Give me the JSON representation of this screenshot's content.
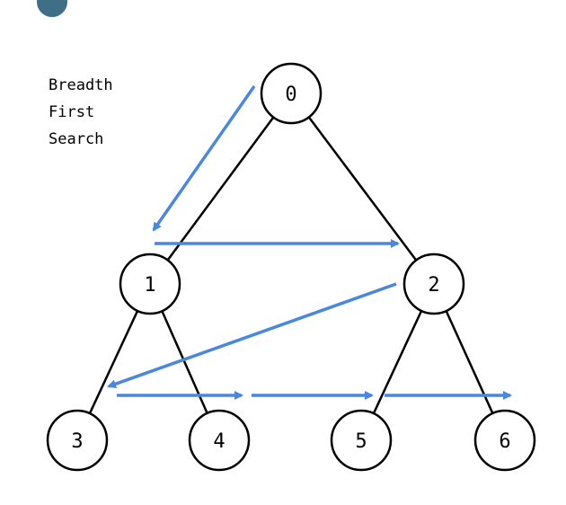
{
  "colors": {
    "arrow": "#4a87dd",
    "edge": "#000000",
    "node_fill": "#ffffff",
    "node_stroke": "#000000",
    "corner_badge": "#3f6f86"
  },
  "caption": {
    "line1": "Breadth",
    "line2": "First",
    "line3": "Search"
  },
  "nodes": [
    {
      "id": "0",
      "label": "0"
    },
    {
      "id": "1",
      "label": "1"
    },
    {
      "id": "2",
      "label": "2"
    },
    {
      "id": "3",
      "label": "3"
    },
    {
      "id": "4",
      "label": "4"
    },
    {
      "id": "5",
      "label": "5"
    },
    {
      "id": "6",
      "label": "6"
    }
  ],
  "edges": [
    {
      "from": "0",
      "to": "1"
    },
    {
      "from": "0",
      "to": "2"
    },
    {
      "from": "1",
      "to": "3"
    },
    {
      "from": "1",
      "to": "4"
    },
    {
      "from": "2",
      "to": "5"
    },
    {
      "from": "2",
      "to": "6"
    }
  ],
  "traversal_order": [
    "0",
    "1",
    "2",
    "3",
    "4",
    "5",
    "6"
  ]
}
